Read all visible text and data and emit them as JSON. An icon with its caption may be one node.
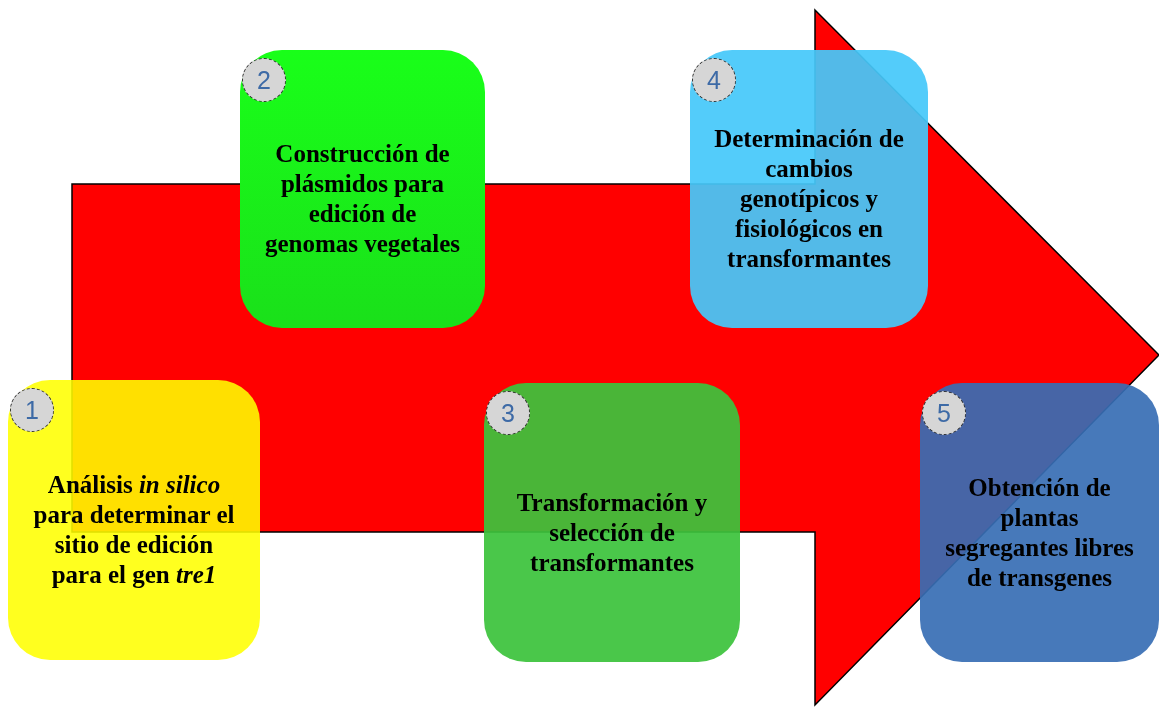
{
  "diagram": {
    "nodes": [
      {
        "text": [
          "Análisis *in silico* para determinar el sitio de edición para el gen *tre1*"
        ]
      },
      {
        "text": [
          "1"
        ],
        "in": 0
      },
      {
        "text": [
          "Construcción de plásmidos para edición de genomas vegetales"
        ]
      },
      {
        "text": [
          "2"
        ],
        "in": 2
      },
      {
        "text": [
          "Transformación y selección de transformantes"
        ]
      },
      {
        "text": [
          "3"
        ],
        "in": 4
      },
      {
        "text": [
          "Determinación de cambios genotípicos y fisiológicos en transformantes"
        ]
      },
      {
        "text": [
          "4"
        ],
        "in": 6
      },
      {
        "text": [
          "Obtención de plantas segregantes libres de transgenes"
        ]
      },
      {
        "text": [
          "5"
        ],
        "in": 8
      }
    ],
    "edges": [
      {
        "from": 0,
        "to": 8,
        "arrow": "to",
        "style": "thick",
        "color": "#ff0000"
      }
    ]
  }
}
